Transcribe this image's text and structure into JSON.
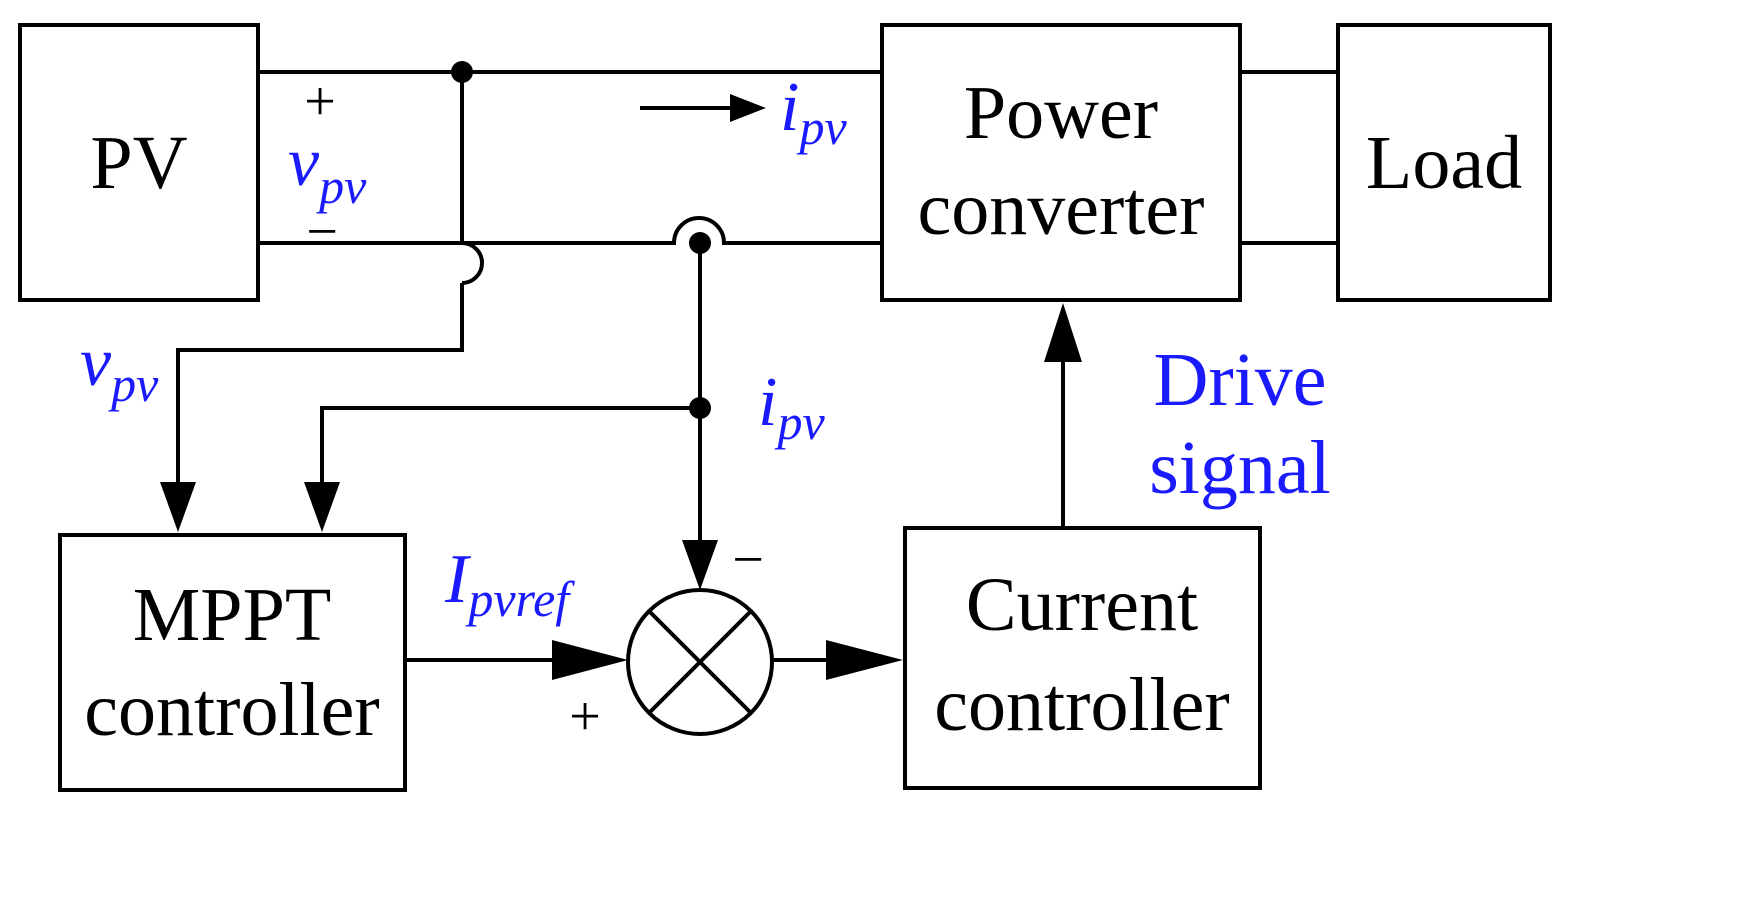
{
  "blocks": {
    "pv": "PV",
    "power_converter": [
      "Power",
      "converter"
    ],
    "load": "Load",
    "mppt_controller": [
      "MPPT",
      "controller"
    ],
    "current_controller": [
      "Current",
      "controller"
    ]
  },
  "signals": {
    "vpv_top": {
      "main": "v",
      "sub": "pv"
    },
    "ipv_top": {
      "main": "i",
      "sub": "pv"
    },
    "vpv_left": {
      "main": "v",
      "sub": "pv"
    },
    "ipv_mid": {
      "main": "i",
      "sub": "pv"
    },
    "ipvref": {
      "main": "I",
      "sub": "pvref"
    },
    "drive_signal": [
      "Drive",
      "signal"
    ]
  },
  "signs": {
    "pv_plus": "+",
    "pv_minus": "−",
    "sum_minus": "−",
    "sum_plus": "+"
  },
  "colors": {
    "signal_label": "#1a1aff",
    "lines": "#000000"
  }
}
